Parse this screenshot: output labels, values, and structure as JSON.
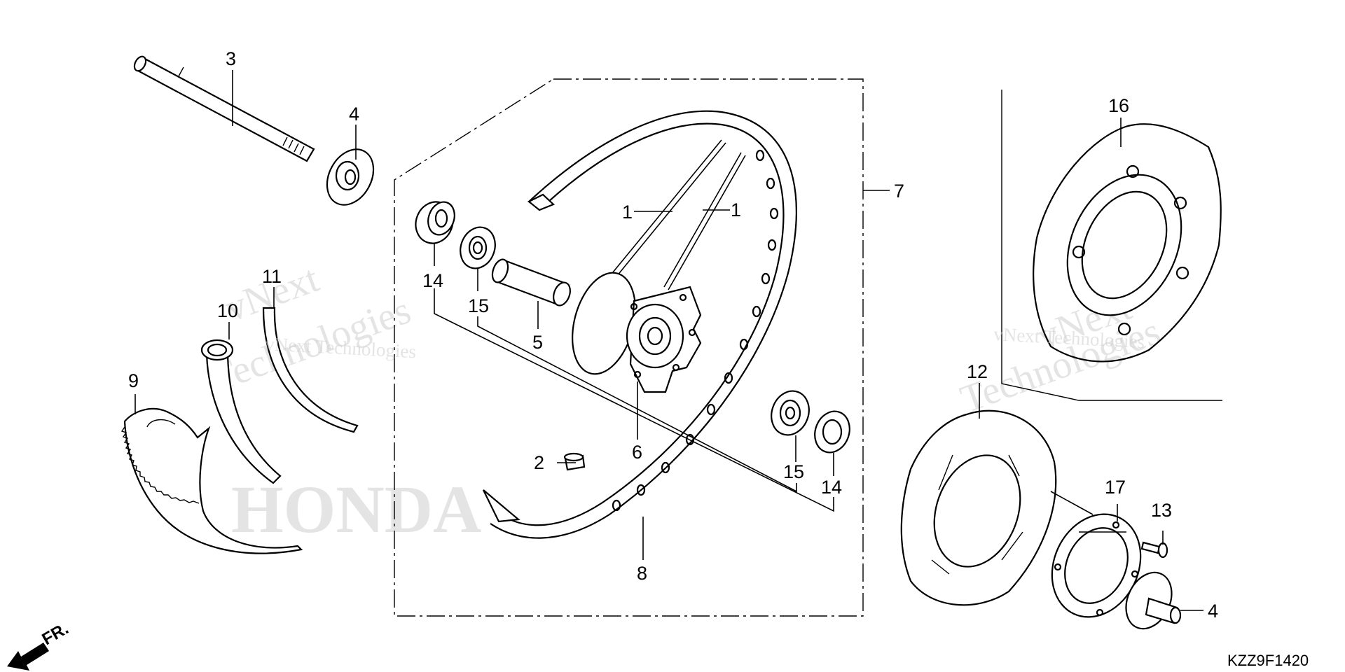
{
  "diagram_code": "KZZ9F1420",
  "front_marker": "FR.",
  "watermark": {
    "lines": [
      "vNext",
      "Technologies"
    ],
    "inline": "vNext Technologies",
    "brand": "HONDA"
  },
  "callouts": {
    "p1a": "1",
    "p1b": "1",
    "p2": "2",
    "p3": "3",
    "p4a": "4",
    "p4b": "4",
    "p5": "5",
    "p6": "6",
    "p7": "7",
    "p8": "8",
    "p9": "9",
    "p10": "10",
    "p11": "11",
    "p12": "12",
    "p13": "13",
    "p14a": "14",
    "p14b": "14",
    "p15a": "15",
    "p15b": "15",
    "p16": "16",
    "p17": "17"
  }
}
